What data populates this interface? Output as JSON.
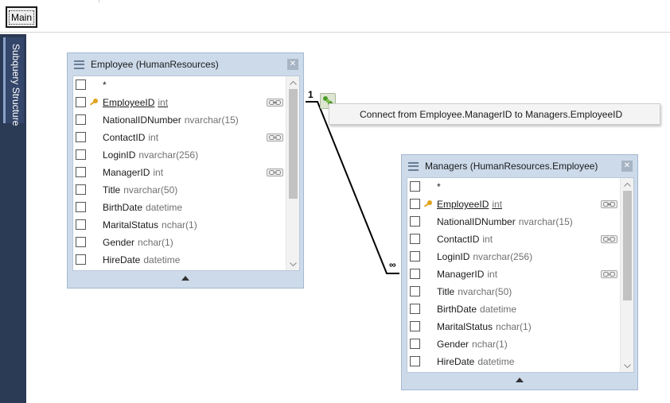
{
  "toolbar": {
    "main_tab_label": "Main"
  },
  "sidebar": {
    "tab_label": "Subquery Structure"
  },
  "relationship": {
    "one_label": "1",
    "many_label": "∞",
    "tooltip": "Connect from Employee.ManagerID to Managers.EmployeeID"
  },
  "tables": [
    {
      "title": "Employee (HumanResources)",
      "columns": [
        {
          "name": "*",
          "type": "",
          "pk": false,
          "fk": false
        },
        {
          "name": "EmployeeID",
          "type": "int",
          "pk": true,
          "fk": false
        },
        {
          "name": "NationalIDNumber",
          "type": "nvarchar(15)",
          "pk": false,
          "fk": false
        },
        {
          "name": "ContactID",
          "type": "int",
          "pk": false,
          "fk": true
        },
        {
          "name": "LoginID",
          "type": "nvarchar(256)",
          "pk": false,
          "fk": false
        },
        {
          "name": "ManagerID",
          "type": "int",
          "pk": false,
          "fk": true
        },
        {
          "name": "Title",
          "type": "nvarchar(50)",
          "pk": false,
          "fk": false
        },
        {
          "name": "BirthDate",
          "type": "datetime",
          "pk": false,
          "fk": false
        },
        {
          "name": "MaritalStatus",
          "type": "nchar(1)",
          "pk": false,
          "fk": false
        },
        {
          "name": "Gender",
          "type": "nchar(1)",
          "pk": false,
          "fk": false
        },
        {
          "name": "HireDate",
          "type": "datetime",
          "pk": false,
          "fk": false
        }
      ]
    },
    {
      "title": "Managers (HumanResources.Employee)",
      "columns": [
        {
          "name": "*",
          "type": "",
          "pk": false,
          "fk": false
        },
        {
          "name": "EmployeeID",
          "type": "int",
          "pk": true,
          "fk": false
        },
        {
          "name": "NationalIDNumber",
          "type": "nvarchar(15)",
          "pk": false,
          "fk": false
        },
        {
          "name": "ContactID",
          "type": "int",
          "pk": false,
          "fk": true
        },
        {
          "name": "LoginID",
          "type": "nvarchar(256)",
          "pk": false,
          "fk": false
        },
        {
          "name": "ManagerID",
          "type": "int",
          "pk": false,
          "fk": true
        },
        {
          "name": "Title",
          "type": "nvarchar(50)",
          "pk": false,
          "fk": false
        },
        {
          "name": "BirthDate",
          "type": "datetime",
          "pk": false,
          "fk": false
        },
        {
          "name": "MaritalStatus",
          "type": "nchar(1)",
          "pk": false,
          "fk": false
        },
        {
          "name": "Gender",
          "type": "nchar(1)",
          "pk": false,
          "fk": false
        },
        {
          "name": "HireDate",
          "type": "datetime",
          "pk": false,
          "fk": false
        }
      ]
    }
  ],
  "icons": {
    "table_menu": "hamburger-icon",
    "close": "close-icon",
    "primary_key": "key-icon",
    "foreign_key": "link-icon",
    "join": "join-icon",
    "scroll_up": "chevron-up-icon",
    "scroll_down": "chevron-down-icon",
    "collapse": "triangle-up-icon"
  },
  "colors": {
    "sidebar_bg": "#2b3a55",
    "panel_bg": "#ccdaea",
    "key_gold": "#e0a41c",
    "join_green": "#4c9a2a"
  }
}
